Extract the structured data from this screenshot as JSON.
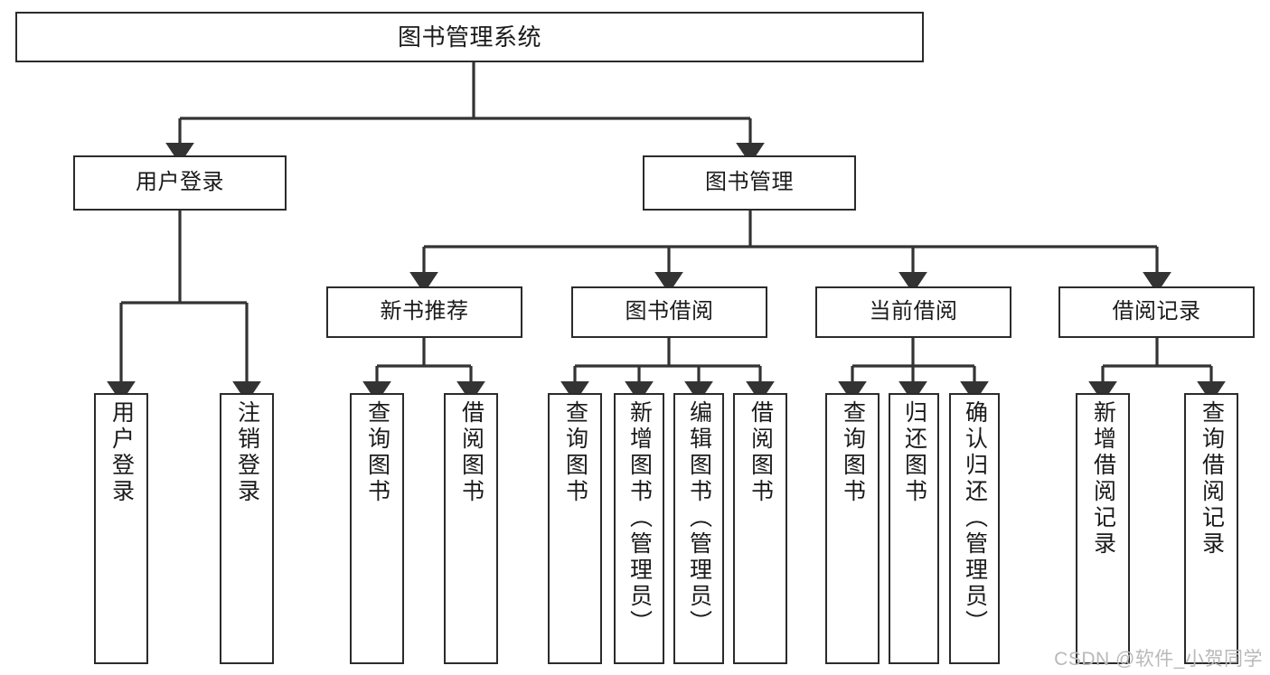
{
  "diagram": {
    "title": "图书管理系统",
    "type": "tree-hierarchy-chart",
    "watermark": "CSDN @软件_小贺同学",
    "colors": {
      "box_border": "#2b2b2b",
      "box_fill": "#ffffff",
      "connector": "#333333",
      "text": "#1a1a1a",
      "watermark": "#b9b9b9"
    },
    "root": {
      "label": "图书管理系统"
    },
    "level2": [
      {
        "label": "用户登录"
      },
      {
        "label": "图书管理"
      }
    ],
    "level3": [
      {
        "label": "新书推荐"
      },
      {
        "label": "图书借阅"
      },
      {
        "label": "当前借阅"
      },
      {
        "label": "借阅记录"
      }
    ],
    "leaves": {
      "user_login": [
        {
          "label": "用户登录"
        },
        {
          "label": "注销登录"
        }
      ],
      "new_book_recommend": [
        {
          "label": "查询图书"
        },
        {
          "label": "借阅图书"
        }
      ],
      "book_borrow": [
        {
          "label": "查询图书"
        },
        {
          "label": "新增图书（管理员）"
        },
        {
          "label": "编辑图书（管理员）"
        },
        {
          "label": "借阅图书"
        }
      ],
      "current_borrow": [
        {
          "label": "查询图书"
        },
        {
          "label": "归还图书"
        },
        {
          "label": "确认归还（管理员）"
        }
      ],
      "borrow_record": [
        {
          "label": "新增借阅记录"
        },
        {
          "label": "查询借阅记录"
        }
      ]
    }
  }
}
